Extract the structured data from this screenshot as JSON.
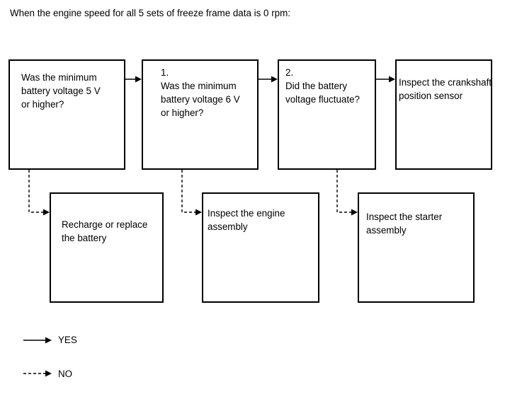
{
  "title": "When the engine speed for all 5 sets of freeze frame data is 0 rpm:",
  "flowchart": {
    "top_row": [
      {
        "text": "Was the minimum\nbattery voltage 5 V\nor higher?"
      },
      {
        "text": "1.\nWas the minimum\nbattery voltage 6 V\nor higher?"
      },
      {
        "text": "2.\nDid the battery\nvoltage fluctuate?"
      },
      {
        "text": "Inspect the crankshaft\nposition sensor"
      }
    ],
    "bottom_row": [
      {
        "text": "Recharge or replace\nthe battery"
      },
      {
        "text": "Inspect the engine\nassembly"
      },
      {
        "text": "Inspect the starter\nassembly"
      }
    ]
  },
  "legend": {
    "items": [
      {
        "label": "YES",
        "line_style": "solid"
      },
      {
        "label": "NO",
        "line_style": "dashed"
      }
    ]
  },
  "colors": {
    "line": "#000000",
    "text": "#000000",
    "background": "#ffffff"
  }
}
